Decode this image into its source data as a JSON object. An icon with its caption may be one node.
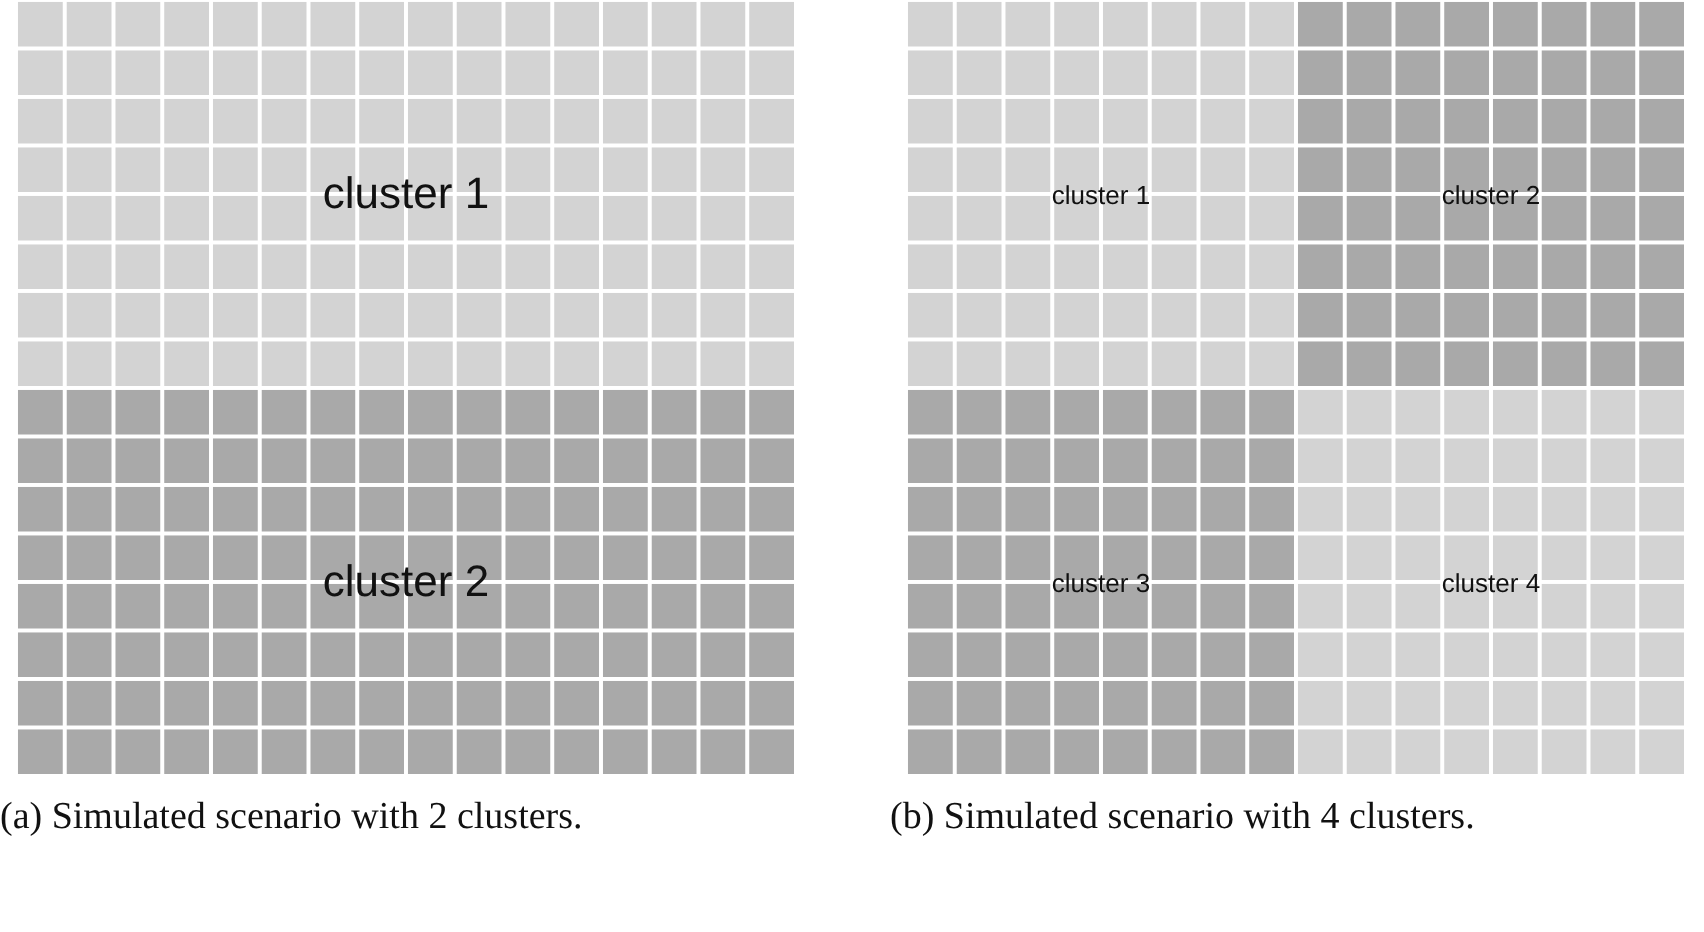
{
  "diagram": {
    "nodes": [
      {
        "text": [
          "cluster 1"
        ]
      },
      {
        "text": [
          "cluster 2"
        ]
      },
      {
        "text": [
          "cluster 1"
        ]
      },
      {
        "text": [
          "cluster 2"
        ]
      },
      {
        "text": [
          "cluster 3"
        ]
      },
      {
        "text": [
          "cluster 4"
        ]
      }
    ],
    "edges": [],
    "labels": [
      "(a) Simulated scenario with 2 clusters.",
      "(b) Simulated scenario with 4 clusters."
    ]
  }
}
